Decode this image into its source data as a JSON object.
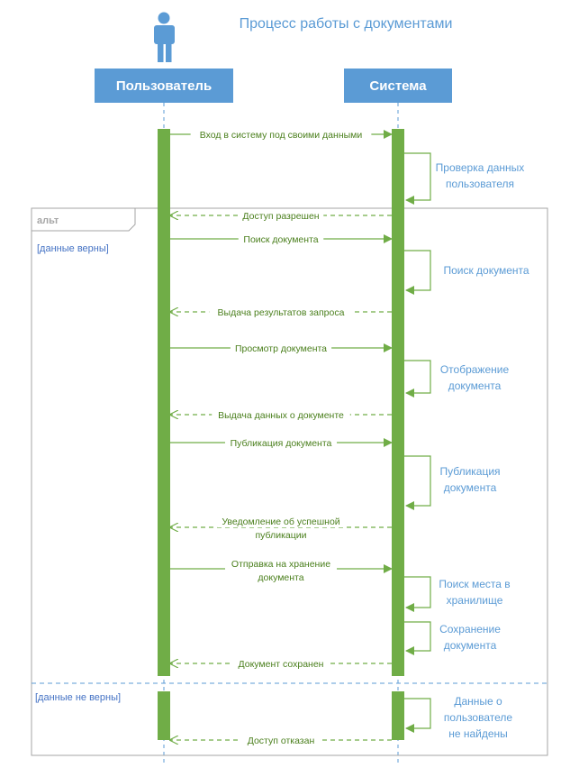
{
  "title": "Процесс работы с документами",
  "participants": [
    {
      "id": "user",
      "label": "Пользователь"
    },
    {
      "id": "system",
      "label": "Система"
    }
  ],
  "fragment": {
    "label": "альт",
    "guards": [
      "[данные верны]",
      "[данные не верны]"
    ]
  },
  "messages": [
    {
      "id": "m1",
      "from": "user",
      "to": "system",
      "kind": "sync",
      "lines": [
        "Вход в систему под своими данными"
      ]
    },
    {
      "id": "m2",
      "from": "system",
      "to": "user",
      "kind": "return",
      "lines": [
        "Доступ разрешен"
      ]
    },
    {
      "id": "m3",
      "from": "user",
      "to": "system",
      "kind": "sync",
      "lines": [
        "Поиск документа"
      ]
    },
    {
      "id": "m4",
      "from": "system",
      "to": "user",
      "kind": "return",
      "lines": [
        "Выдача результатов запроса"
      ]
    },
    {
      "id": "m5",
      "from": "user",
      "to": "system",
      "kind": "sync",
      "lines": [
        "Просмотр документа"
      ]
    },
    {
      "id": "m6",
      "from": "system",
      "to": "user",
      "kind": "return",
      "lines": [
        "Выдача данных о документе"
      ]
    },
    {
      "id": "m7",
      "from": "user",
      "to": "system",
      "kind": "sync",
      "lines": [
        "Публикация документа"
      ]
    },
    {
      "id": "m8",
      "from": "system",
      "to": "user",
      "kind": "return",
      "lines": [
        "Уведомление об успешной",
        "публикации"
      ]
    },
    {
      "id": "m9",
      "from": "user",
      "to": "system",
      "kind": "sync",
      "lines": [
        "Отправка на хранение",
        "документа"
      ]
    },
    {
      "id": "m10",
      "from": "system",
      "to": "user",
      "kind": "return",
      "lines": [
        "Документ сохранен"
      ]
    },
    {
      "id": "m11",
      "from": "system",
      "to": "user",
      "kind": "return",
      "lines": [
        "Доступ отказан"
      ]
    }
  ],
  "self_messages": [
    {
      "id": "s1",
      "lines": [
        "Проверка данных",
        "пользователя"
      ]
    },
    {
      "id": "s2",
      "lines": [
        "Поиск документа"
      ]
    },
    {
      "id": "s3",
      "lines": [
        "Отображение",
        "документа"
      ]
    },
    {
      "id": "s4",
      "lines": [
        "Публикация",
        "документа"
      ]
    },
    {
      "id": "s5",
      "lines": [
        "Поиск места в",
        "хранилище"
      ]
    },
    {
      "id": "s6",
      "lines": [
        "Сохранение",
        "документа"
      ]
    },
    {
      "id": "s7",
      "lines": [
        "Данные о",
        "пользователе",
        "не найдены"
      ]
    }
  ],
  "icons": {
    "actor": "user-icon"
  },
  "colors": {
    "header": "#5b9bd5",
    "activation": "#70ad47",
    "message": "#70ad47",
    "note_text": "#5b9bd5",
    "lifeline": "#5b9bd5",
    "frame": "#a6a6a6"
  }
}
